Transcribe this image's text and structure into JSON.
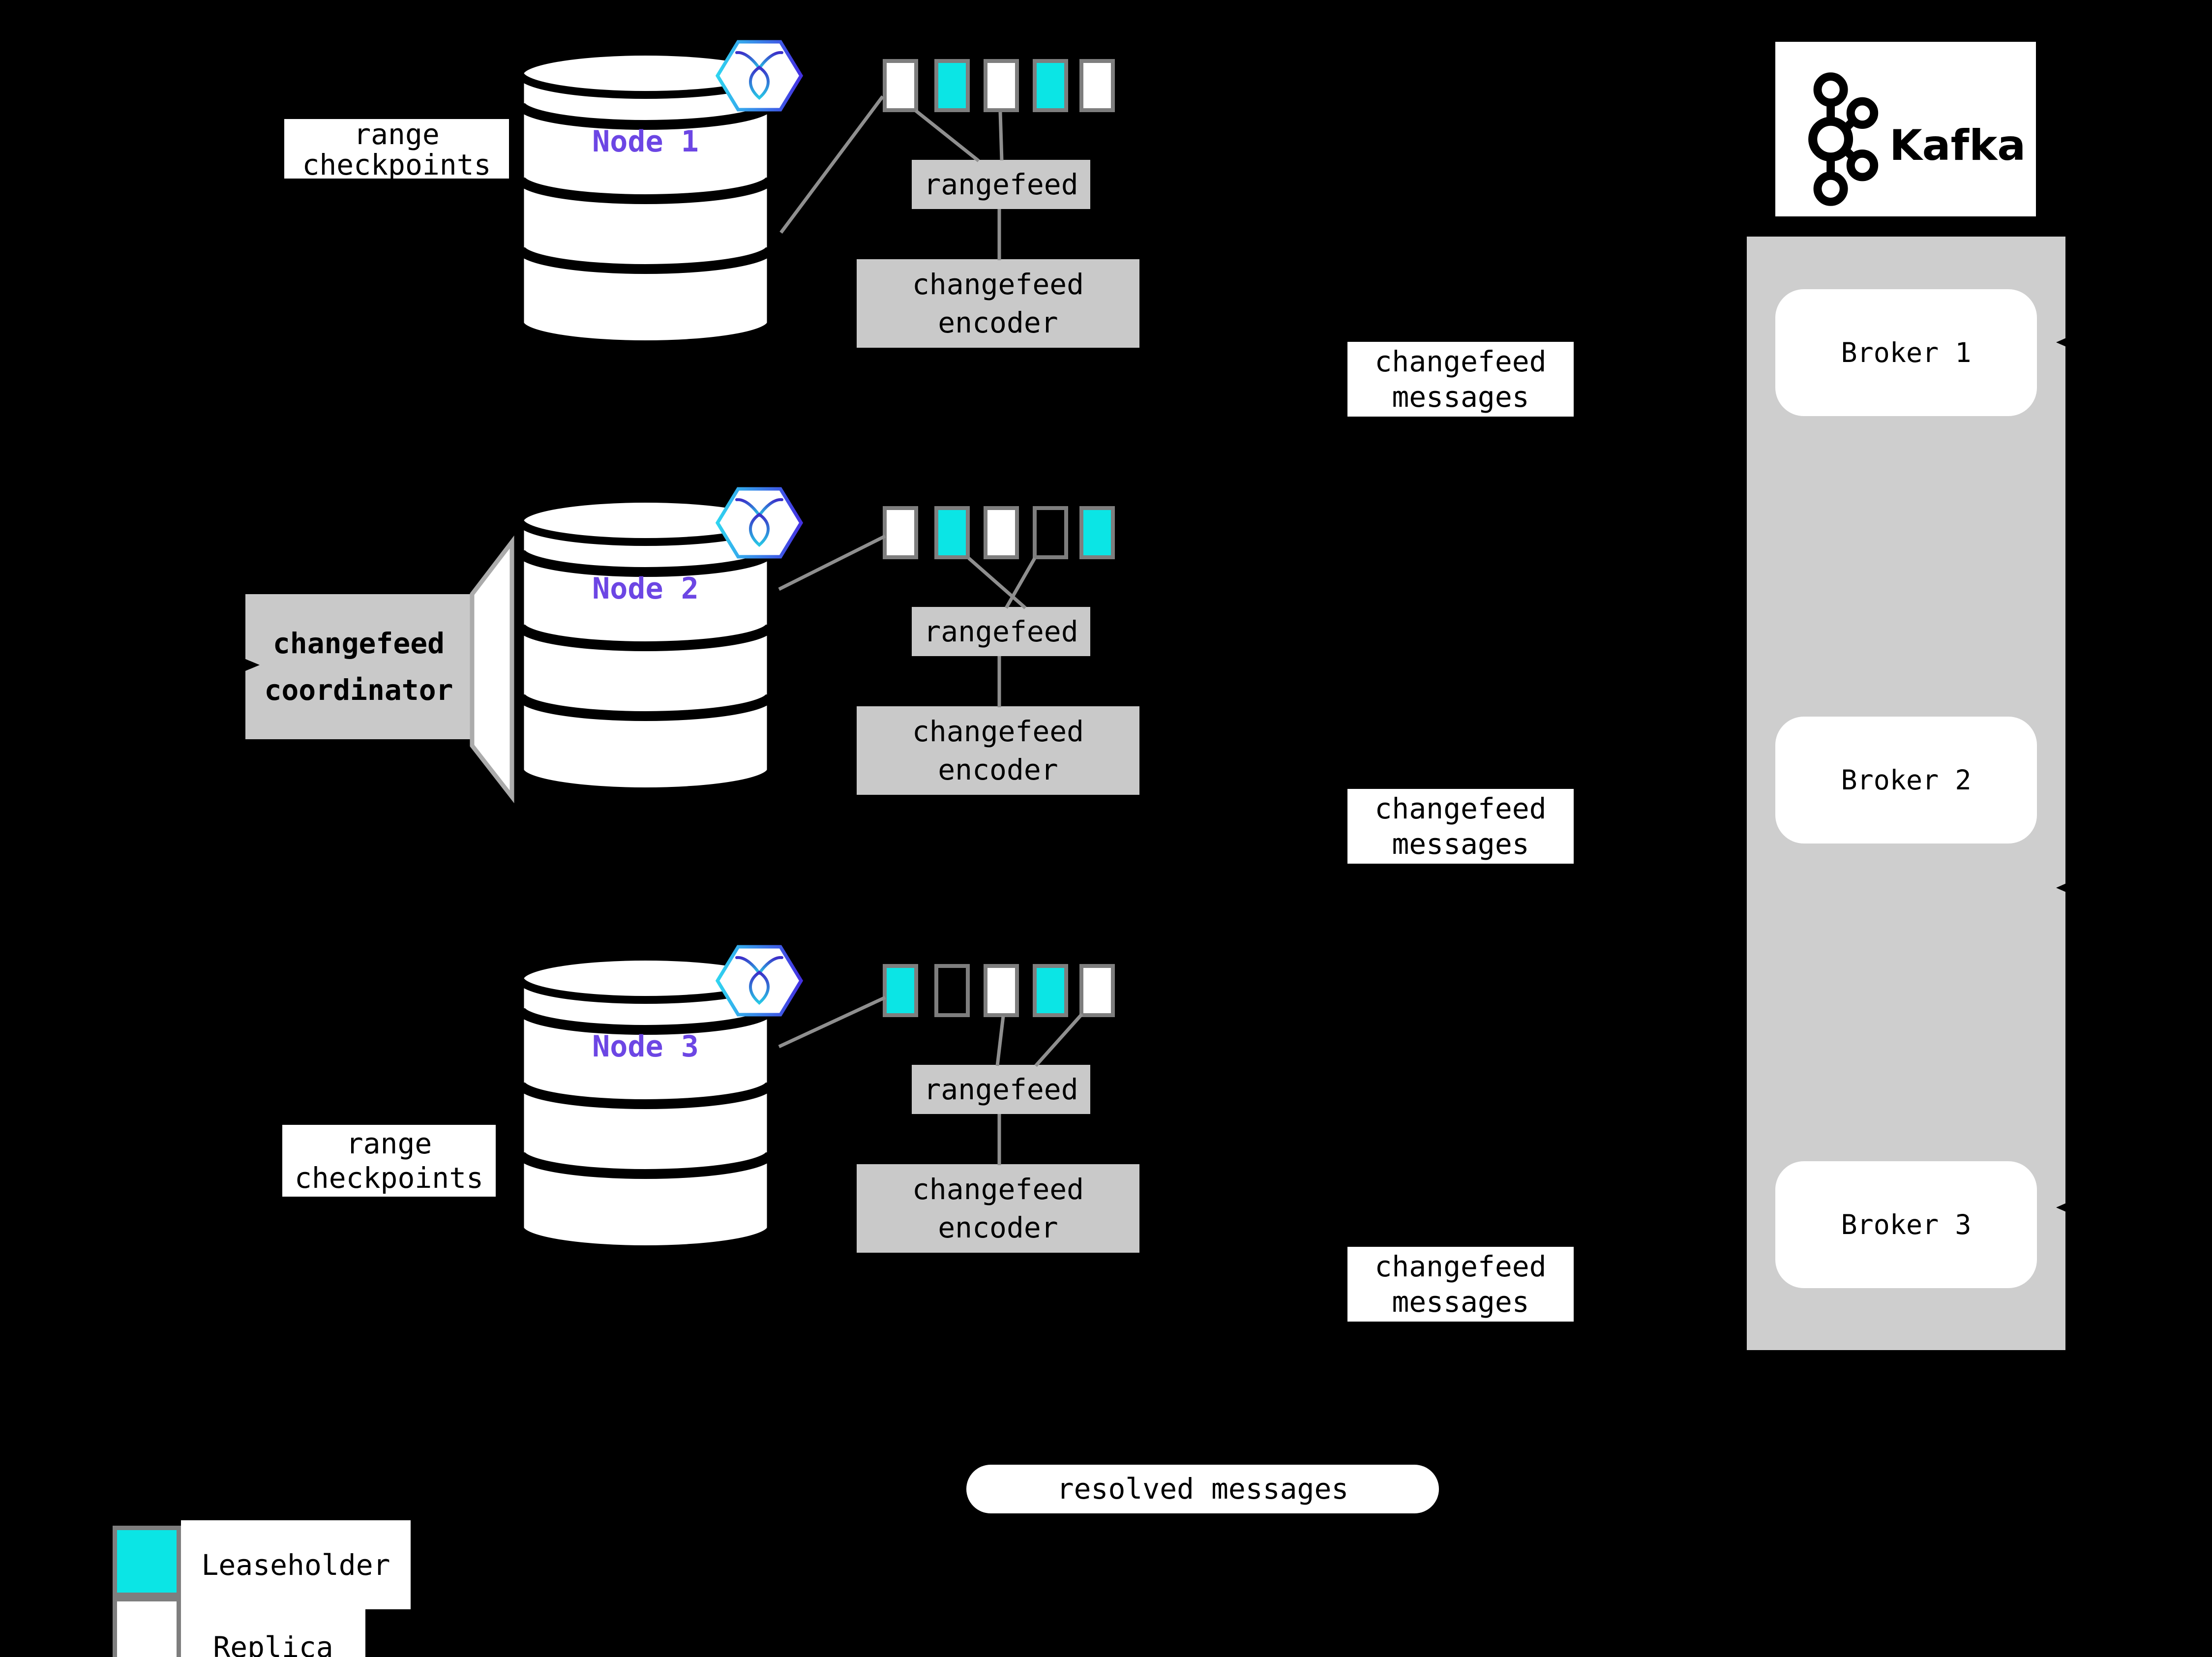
{
  "colors": {
    "bg": "#000000",
    "cyan": "#0be5e5",
    "purple": "#6c46e4",
    "box-gray": "#c9c9c9",
    "panel-gray": "#cecece",
    "line-gray": "#8f8f8f",
    "border-gray": "#7e7e7e",
    "flag-border": "#ababab"
  },
  "labels": {
    "range_checkpoints_top": "range\ncheckpoints",
    "range_checkpoints_bottom": "range\ncheckpoints",
    "coordinator": "changefeed\ncoordinator",
    "resolved_messages": "resolved messages"
  },
  "nodes": [
    {
      "name": "Node 1",
      "rangefeed": "rangefeed",
      "encoder": "changefeed\nencoder",
      "messages": "changefeed\nmessages",
      "ranges": [
        "replica",
        "leaseholder",
        "replica",
        "leaseholder",
        "replica"
      ]
    },
    {
      "name": "Node 2",
      "rangefeed": "rangefeed",
      "encoder": "changefeed\nencoder",
      "messages": "changefeed\nmessages",
      "ranges": [
        "replica",
        "leaseholder",
        "replica",
        "empty",
        "leaseholder"
      ]
    },
    {
      "name": "Node 3",
      "rangefeed": "rangefeed",
      "encoder": "changefeed\nencoder",
      "messages": "changefeed\nmessages",
      "ranges": [
        "leaseholder",
        "empty",
        "replica",
        "leaseholder",
        "replica"
      ]
    }
  ],
  "kafka": {
    "brand": "Kafka",
    "brokers": [
      "Broker 1",
      "Broker 2",
      "Broker 3"
    ]
  },
  "legend": {
    "leaseholder": "Leaseholder",
    "replica": "Replica"
  }
}
